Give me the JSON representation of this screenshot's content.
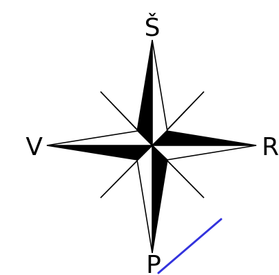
{
  "compass": {
    "north_label": "Š",
    "south_label": "P",
    "east_label": "R",
    "west_label": "V"
  },
  "colors": {
    "ink": "#000000",
    "paper": "#ffffff",
    "accent_line": "#3333dd"
  }
}
